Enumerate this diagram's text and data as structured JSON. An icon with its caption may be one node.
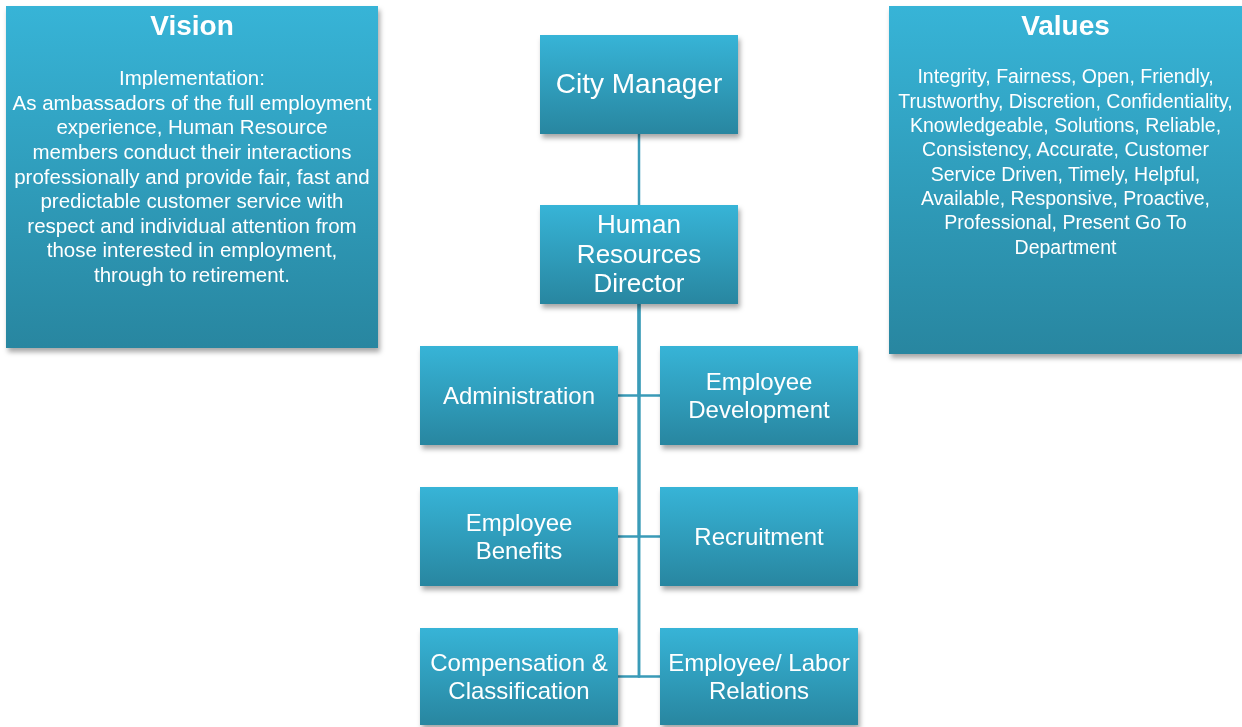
{
  "diagram": {
    "nodes": [
      {
        "text": [
          "Vision",
          "Implementation:",
          "As ambassadors of the full employment experience, Human Resource members conduct their interactions professionally and provide fair, fast and predictable customer service with respect and individual attention from those interested in employment, through to retirement."
        ]
      },
      {
        "text": [
          "City Manager"
        ]
      },
      {
        "text": [
          "Values",
          "Integrity, Fairness, Open, Friendly, Trustworthy, Discretion, Confidentiality, Knowledgeable, Solutions, Reliable, Consistency, Accurate, Customer Service Driven, Timely, Helpful, Available, Responsive, Proactive, Professional, Present Go To Department"
        ]
      },
      {
        "text": [
          "Human Resources Director"
        ]
      },
      {
        "text": [
          "Administration"
        ]
      },
      {
        "text": [
          "Employee Development"
        ]
      },
      {
        "text": [
          "Employee Benefits"
        ]
      },
      {
        "text": [
          "Recruitment"
        ]
      },
      {
        "text": [
          "Compensation & Classification"
        ]
      },
      {
        "text": [
          "Employee/ Labor Relations"
        ]
      }
    ],
    "edges": [
      {
        "from": 1,
        "to": 3,
        "arrow": "none"
      },
      {
        "from": 3,
        "to": 4,
        "arrow": "none"
      },
      {
        "from": 3,
        "to": 5,
        "arrow": "none"
      },
      {
        "from": 3,
        "to": 6,
        "arrow": "none"
      },
      {
        "from": 3,
        "to": 7,
        "arrow": "none"
      },
      {
        "from": 3,
        "to": 8,
        "arrow": "none"
      },
      {
        "from": 3,
        "to": 9,
        "arrow": "none"
      }
    ]
  }
}
